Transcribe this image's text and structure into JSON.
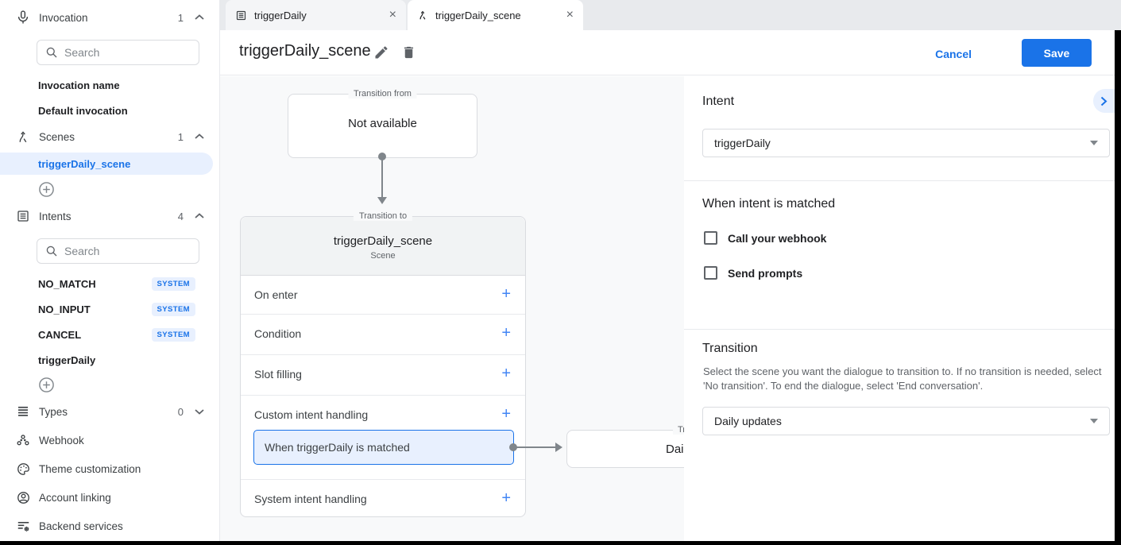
{
  "colors": {
    "accent": "#1a73e8",
    "light_blue": "#e8f0fe",
    "canvas_bg": "#f8f9fa",
    "border": "#dadce0",
    "text_secondary": "#5f6368"
  },
  "sidebar": {
    "invocation": {
      "label": "Invocation",
      "count": "1",
      "search_placeholder": "Search",
      "items": [
        {
          "label": "Invocation name"
        },
        {
          "label": "Default invocation"
        }
      ]
    },
    "scenes": {
      "label": "Scenes",
      "count": "1",
      "items": [
        {
          "label": "triggerDaily_scene"
        }
      ]
    },
    "intents": {
      "label": "Intents",
      "count": "4",
      "search_placeholder": "Search",
      "items": [
        {
          "label": "NO_MATCH",
          "badge": "SYSTEM"
        },
        {
          "label": "NO_INPUT",
          "badge": "SYSTEM"
        },
        {
          "label": "CANCEL",
          "badge": "SYSTEM"
        },
        {
          "label": "triggerDaily",
          "badge": ""
        }
      ]
    },
    "types": {
      "label": "Types",
      "count": "0"
    },
    "webhook": {
      "label": "Webhook"
    },
    "theme": {
      "label": "Theme customization"
    },
    "account": {
      "label": "Account linking"
    },
    "backend": {
      "label": "Backend services"
    },
    "icons": [
      "microphone-icon",
      "scene-fork-icon",
      "intent-list-icon",
      "types-lines-icon",
      "webhook-nodes-icon",
      "palette-icon",
      "account-circle-icon",
      "backend-gear-icon",
      "search-icon",
      "plus-circle-icon",
      "chevron-up-icon",
      "chevron-down-icon"
    ]
  },
  "tabs": {
    "tab1": {
      "label": "triggerDaily",
      "icon": "intent-list-icon",
      "close": "×"
    },
    "tab2": {
      "label": "triggerDaily_scene",
      "icon": "scene-fork-icon",
      "close": "×"
    }
  },
  "header": {
    "title": "triggerDaily_scene",
    "icons": [
      "edit-pencil-icon",
      "trash-icon"
    ],
    "cancel_label": "Cancel",
    "save_label": "Save"
  },
  "canvas": {
    "transition_from": {
      "legend": "Transition from",
      "content": "Not available"
    },
    "scene_card": {
      "legend": "Transition to",
      "title": "triggerDaily_scene",
      "subtitle": "Scene",
      "rows": [
        {
          "label": "On enter",
          "add": "+"
        },
        {
          "label": "Condition",
          "add": "+"
        },
        {
          "label": "Slot filling",
          "add": "+"
        },
        {
          "label": "Custom intent handling",
          "add": "+"
        },
        {
          "label": "System intent handling",
          "add": "+"
        }
      ],
      "custom_intent_item": "When triggerDaily is matched"
    },
    "next_card": {
      "legend": "Transition to",
      "content": "Daily updates"
    }
  },
  "panel": {
    "intent": {
      "heading": "Intent",
      "selected_value": "triggerDaily"
    },
    "matched": {
      "heading": "When intent is matched",
      "checkboxes": [
        {
          "label": "Call your webhook",
          "checked": false
        },
        {
          "label": "Send prompts",
          "checked": false
        }
      ]
    },
    "transition": {
      "heading": "Transition",
      "description": "Select the scene you want the dialogue to transition to. If no transition is needed, select 'No transition'. To end the dialogue, select 'End conversation'.",
      "selected_value": "Daily updates"
    }
  }
}
